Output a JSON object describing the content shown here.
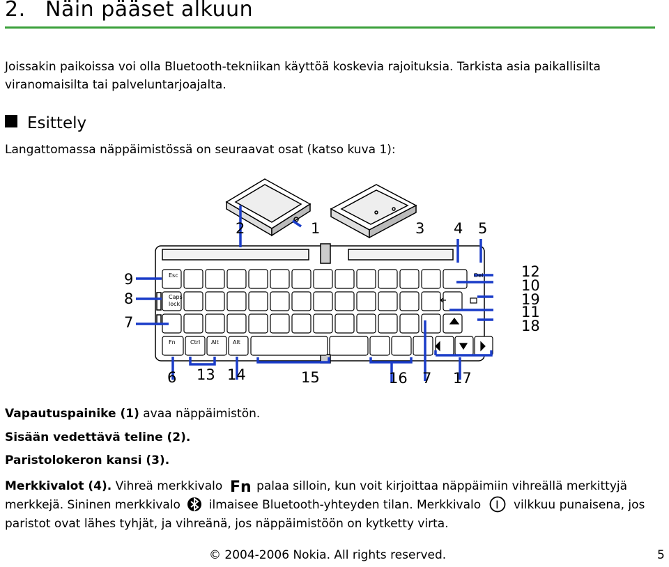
{
  "chapter": {
    "number": "2.",
    "title": "Näin pääset alkuun"
  },
  "intro": "Joissakin paikoissa voi olla Bluetooth-tekniikan käyttöä koskevia rajoituksia. Tarkista asia paikallisilta viranomaisilta tai palveluntarjoajalta.",
  "section": {
    "title": "Esittely"
  },
  "description": "Langattomassa näppäimistössä on seuraavat osat (katso kuva 1):",
  "figure": {
    "callouts": [
      "2",
      "1",
      "3",
      "4",
      "5",
      "9",
      "8",
      "7",
      "12",
      "10",
      "19",
      "11",
      "18",
      "6",
      "13",
      "14",
      "15",
      "16",
      "7",
      "17"
    ],
    "key_labels": [
      "Esc",
      "Caps",
      "lock",
      "Del",
      "Fn",
      "Ctrl",
      "Alt",
      "Alt"
    ]
  },
  "captions": [
    {
      "bold": "Vapautuspainike (1)",
      "rest": " avaa näppäimistön."
    },
    {
      "bold": "Sisään vedettävä teline (2).",
      "rest": ""
    },
    {
      "bold": "Paristolokeron kansi (3).",
      "rest": ""
    }
  ],
  "merkkivalot": {
    "bold": "Merkkivalot (4).",
    "t1": " Vihreä merkkivalo ",
    "fn_icon_text": "Fn",
    "t2": " palaa silloin, kun voit kirjoittaa näppäimiin vihreällä merkittyjä merkkejä. Sininen merkkivalo ",
    "t3": " ilmaisee Bluetooth-yhteyden tilan. Merkkivalo ",
    "power_icon_text": "I",
    "t4": " vilkkuu punaisena, jos paristot ovat lähes tyhjät, ja vihreänä, jos näppäimistöön on kytketty virta."
  },
  "footer": {
    "copyright": "© 2004-2006 Nokia. All rights reserved.",
    "page": "5"
  }
}
